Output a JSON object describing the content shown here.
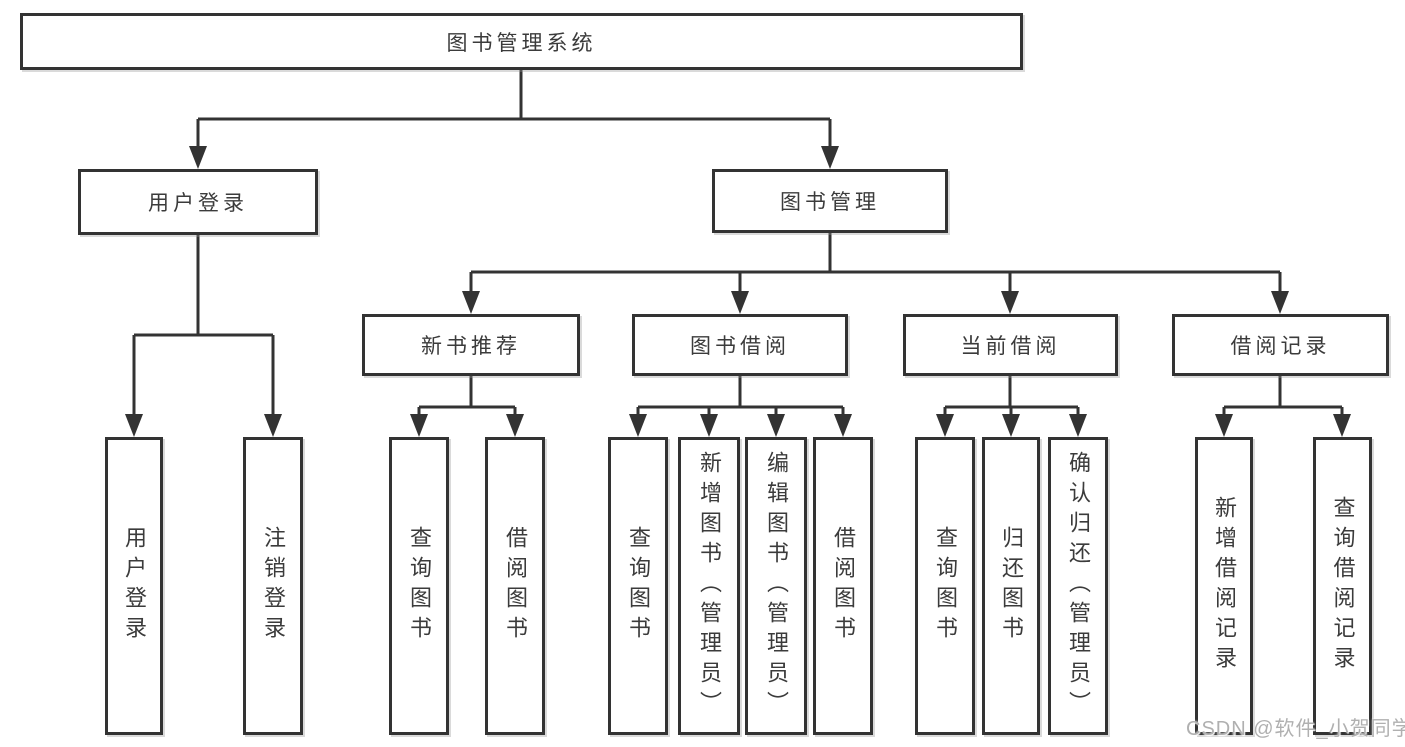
{
  "tree": {
    "root": {
      "label": "图书管理系统",
      "children": [
        {
          "label": "用户登录",
          "children": [
            {
              "label": "用户登录"
            },
            {
              "label": "注销登录"
            }
          ]
        },
        {
          "label": "图书管理",
          "children": [
            {
              "label": "新书推荐",
              "children": [
                {
                  "label": "查询图书"
                },
                {
                  "label": "借阅图书"
                }
              ]
            },
            {
              "label": "图书借阅",
              "children": [
                {
                  "label": "查询图书"
                },
                {
                  "label": "新增图书（管理员）"
                },
                {
                  "label": "编辑图书（管理员）"
                },
                {
                  "label": "借阅图书"
                }
              ]
            },
            {
              "label": "当前借阅",
              "children": [
                {
                  "label": "查询图书"
                },
                {
                  "label": "归还图书"
                },
                {
                  "label": "确认归还（管理员）"
                }
              ]
            },
            {
              "label": "借阅记录",
              "children": [
                {
                  "label": "新增借阅记录"
                },
                {
                  "label": "查询借阅记录"
                }
              ]
            }
          ]
        }
      ]
    }
  },
  "watermark": {
    "text": "CSDN @软件_小贺同学",
    "color": "#b0b0b0"
  },
  "colors": {
    "line": "#333333",
    "box_border": "#333333",
    "box_fill": "#ffffff",
    "text": "#3b3b3b",
    "background": "#ffffff"
  }
}
